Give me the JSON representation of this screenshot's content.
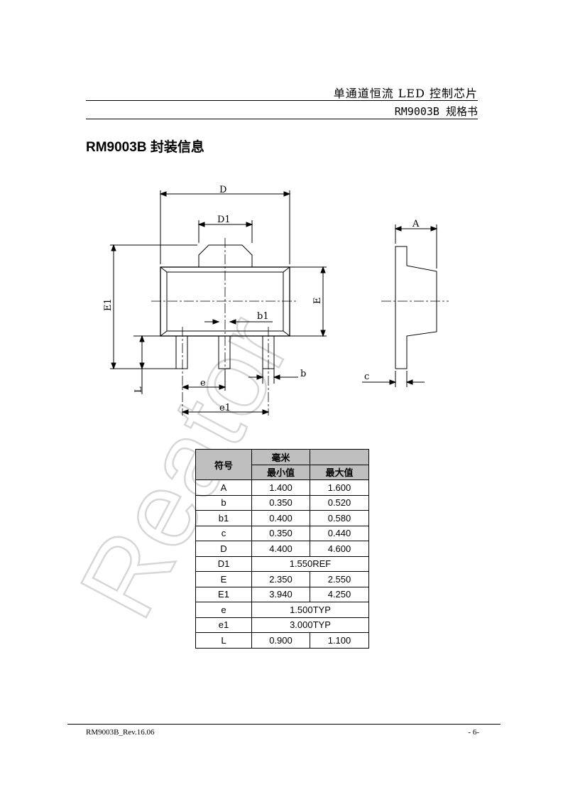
{
  "header": {
    "line1": "单通道恒流 LED 控制芯片",
    "line2": "RM9003B 规格书"
  },
  "section_title": "RM9003B 封装信息",
  "watermark": "Reator",
  "drawing_labels": {
    "D": "D",
    "D1": "D1",
    "E": "E",
    "E1": "E1",
    "b1": "b1",
    "b": "b",
    "e": "e",
    "e1": "e1",
    "L": "L",
    "A": "A",
    "c": "c"
  },
  "table": {
    "col_symbol": "符号",
    "col_mm": "毫米",
    "col_min": "最小值",
    "col_max": "最大值",
    "rows": [
      {
        "sym": "A",
        "min": "1.400",
        "max": "1.600"
      },
      {
        "sym": "b",
        "min": "0.350",
        "max": "0.520"
      },
      {
        "sym": "b1",
        "min": "0.400",
        "max": "0.580"
      },
      {
        "sym": "c",
        "min": "0.350",
        "max": "0.440"
      },
      {
        "sym": "D",
        "min": "4.400",
        "max": "4.600"
      },
      {
        "sym": "D1",
        "span": "1.550REF"
      },
      {
        "sym": "E",
        "min": "2.350",
        "max": "2.550"
      },
      {
        "sym": "E1",
        "min": "3.940",
        "max": "4.250"
      },
      {
        "sym": "e",
        "span": "1.500TYP"
      },
      {
        "sym": "e1",
        "span": "3.000TYP"
      },
      {
        "sym": "L",
        "min": "0.900",
        "max": "1.100"
      }
    ]
  },
  "footer": {
    "left": "RM9003B_Rev.16.06",
    "right": "- 6-"
  }
}
